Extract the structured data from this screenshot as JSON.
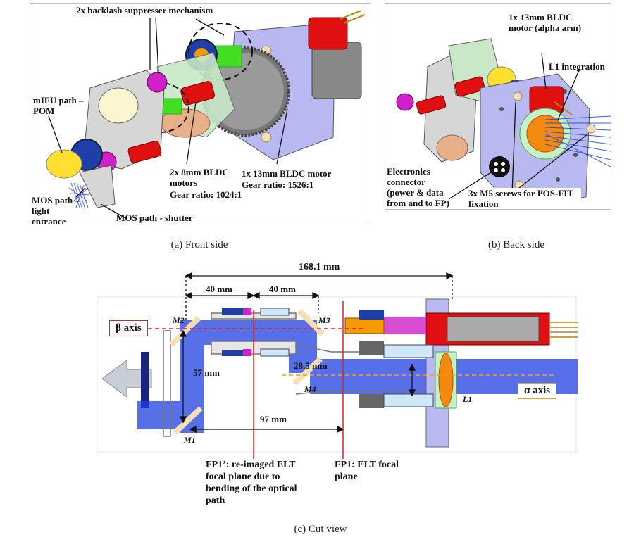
{
  "panel_a": {
    "caption": "(a) Front side",
    "labels": {
      "backlash": "2x backlash suppresser mechanism",
      "mifu": "mIFU path – POM",
      "mos_entrance": "MOS path – light entrance",
      "mos_shutter": "MOS path - shutter",
      "bldc8": "2x 8mm BLDC motors",
      "ratio8": "Gear ratio: 1024:1",
      "bldc13": "1x 13mm BLDC motor",
      "ratio13": "Gear ratio: 1526:1"
    }
  },
  "panel_b": {
    "caption": "(b) Back side",
    "labels": {
      "motor": "1x 13mm BLDC motor (alpha arm)",
      "l1": "L1 integration",
      "electronics": "Electronics connector (power & data from and to FP)",
      "screws": "3x M5 screws for POS-FIT fixation"
    }
  },
  "panel_c": {
    "caption": "(c) Cut view",
    "dims": {
      "total": "168.1 mm",
      "left40": "40 mm",
      "right40": "40 mm",
      "d57": "57 mm",
      "d285": "28.5 mm",
      "d97": "97 mm"
    },
    "axes": {
      "beta": "β axis",
      "alpha": "α axis"
    },
    "mirrors": {
      "m1": "M1",
      "m2": "M2",
      "m3": "M3",
      "m4": "M4",
      "l1": "L1"
    },
    "focal_planes": {
      "fp1p": "FP1’: re-imaged ELT focal plane due to bending of the optical path",
      "fp1": "FP1: ELT focal plane"
    }
  },
  "colors": {
    "beam": "#1f3fe0",
    "motor_red": "#e01010",
    "housing": "#b9b9f2",
    "gear_blue": "#1e3fa8",
    "gear_magenta": "#d020c8",
    "axis_red": "#e02020",
    "axis_orange": "#f0a020"
  }
}
